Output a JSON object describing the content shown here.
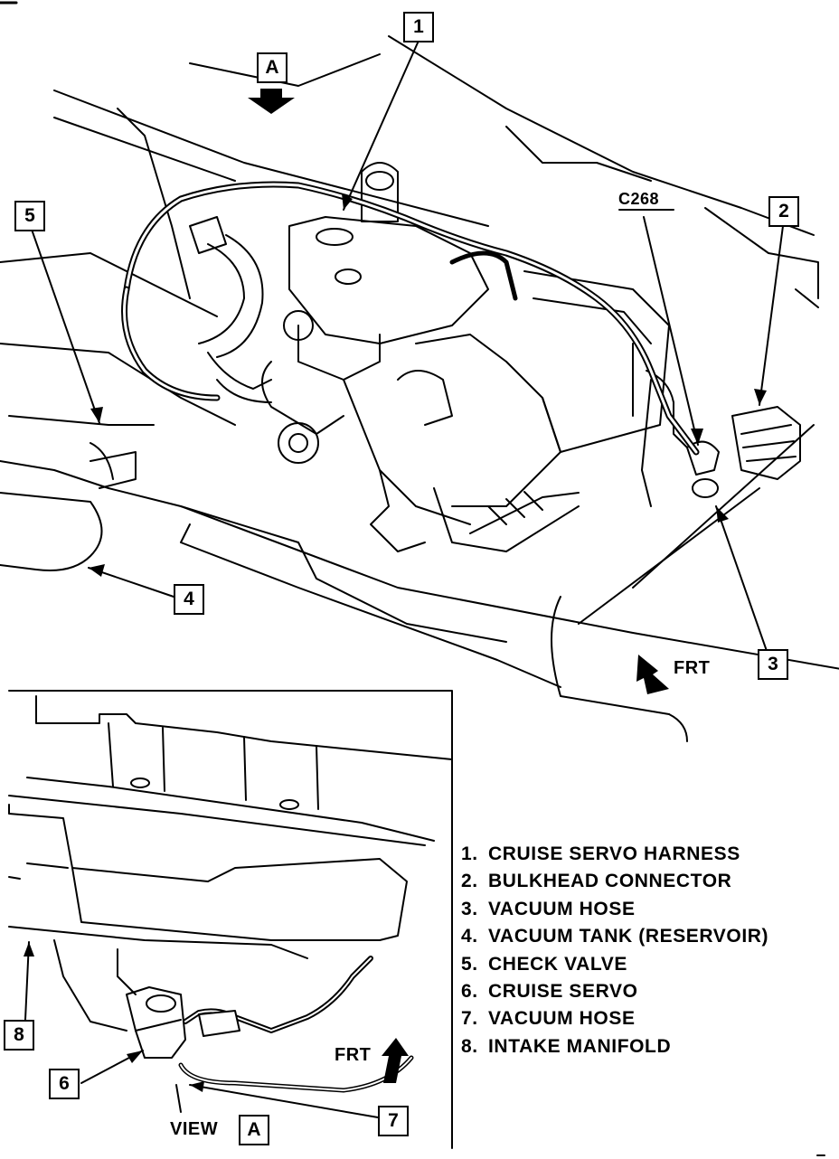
{
  "callouts": [
    {
      "id": "1",
      "label": "1"
    },
    {
      "id": "2",
      "label": "2"
    },
    {
      "id": "3",
      "label": "3"
    },
    {
      "id": "4",
      "label": "4"
    },
    {
      "id": "5",
      "label": "5"
    },
    {
      "id": "6",
      "label": "6"
    },
    {
      "id": "7",
      "label": "7"
    },
    {
      "id": "8",
      "label": "8"
    }
  ],
  "view_marker": "A",
  "connector_label": "C268",
  "direction_main": "FRT",
  "direction_inset": "FRT",
  "inset_caption": {
    "prefix": "VIEW",
    "letter": "A"
  },
  "legend": [
    {
      "num": "1.",
      "text": "CRUISE SERVO HARNESS"
    },
    {
      "num": "2.",
      "text": "BULKHEAD CONNECTOR"
    },
    {
      "num": "3.",
      "text": "VACUUM HOSE"
    },
    {
      "num": "4.",
      "text": "VACUUM TANK (RESERVOIR)"
    },
    {
      "num": "5.",
      "text": "CHECK VALVE"
    },
    {
      "num": "6.",
      "text": "CRUISE SERVO"
    },
    {
      "num": "7.",
      "text": "VACUUM HOSE"
    },
    {
      "num": "8.",
      "text": "INTAKE MANIFOLD"
    }
  ]
}
